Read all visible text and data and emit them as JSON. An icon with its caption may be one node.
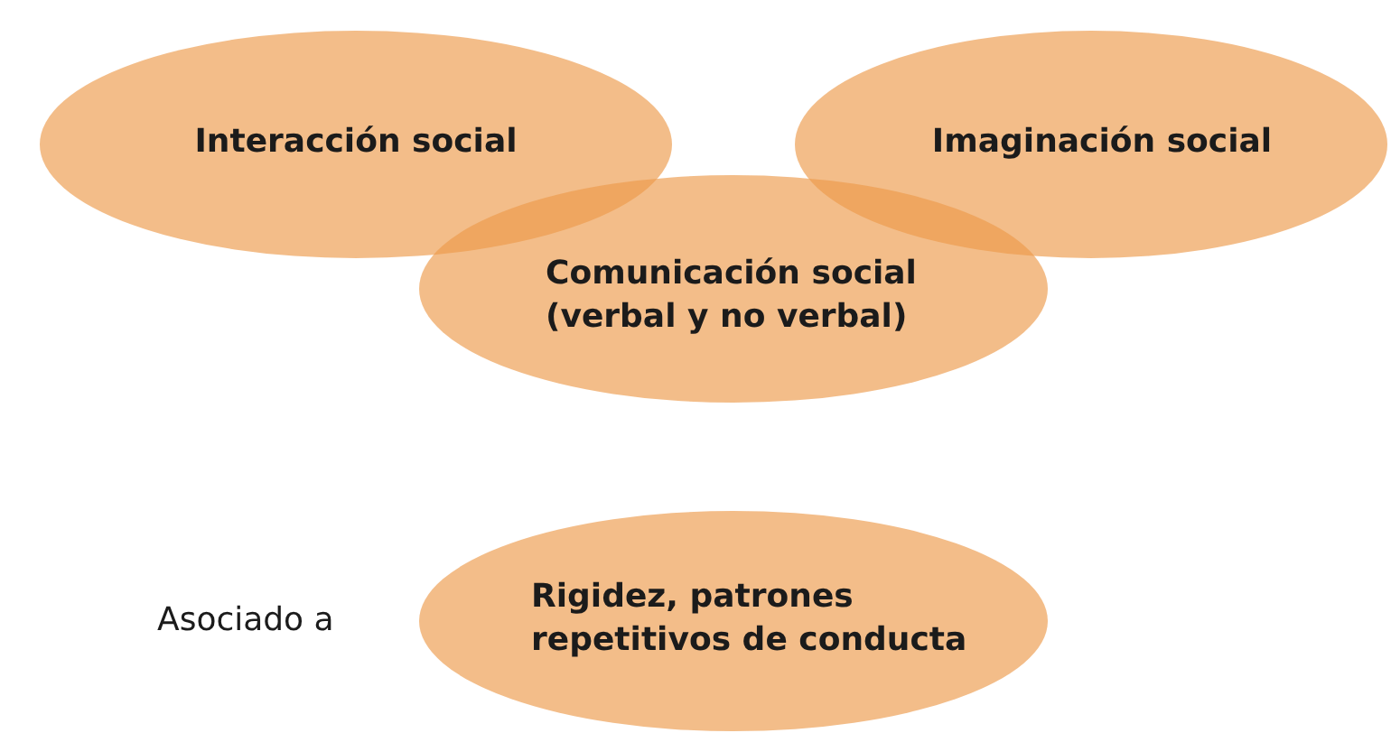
{
  "diagram": {
    "nodes": [
      {
        "text": [
          "Interacción social"
        ]
      },
      {
        "text": [
          "Imaginación social"
        ]
      },
      {
        "text": [
          "Comunicación social (verbal y no verbal)"
        ]
      },
      {
        "text": [
          "Rigidez, patrones repetitivos de conducta"
        ]
      }
    ],
    "labels": [
      "Asociado a"
    ]
  }
}
